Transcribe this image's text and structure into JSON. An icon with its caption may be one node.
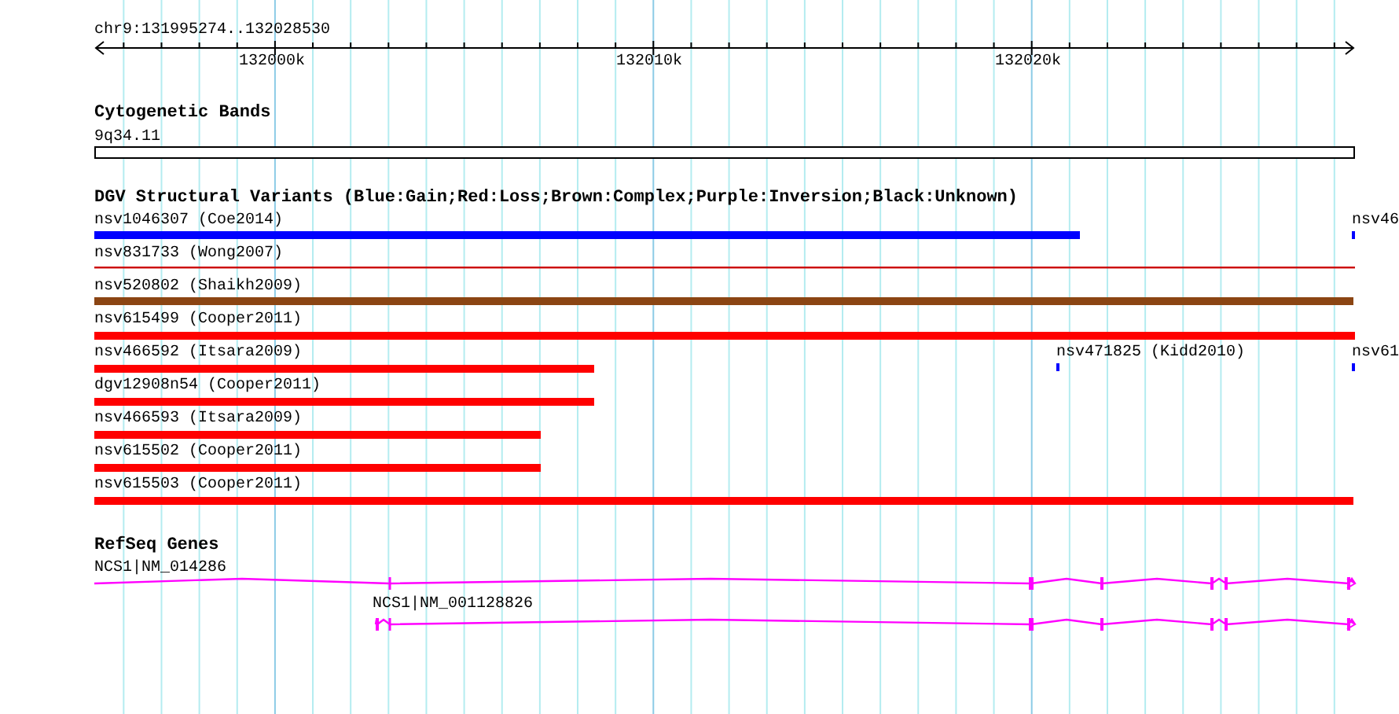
{
  "diagram": {
    "labels": [
      "chr9:131995274..132028530",
      "132000k",
      "132010k",
      "132020k",
      "Cytogenetic Bands",
      "9q34.11",
      "DGV Structural Variants (Blue:Gain;Red:Loss;Brown:Complex;Purple:Inversion;Black:Unknown)",
      "nsv1046307 (Coe2014)",
      "nsv46",
      "nsv831733 (Wong2007)",
      "nsv520802 (Shaikh2009)",
      "nsv615499 (Cooper2011)",
      "nsv466592 (Itsara2009)",
      "nsv471825 (Kidd2010)",
      "nsv61",
      "dgv12908n54 (Cooper2011)",
      "nsv466593 (Itsara2009)",
      "nsv615502 (Cooper2011)",
      "nsv615503 (Cooper2011)",
      "RefSeq Genes",
      "NCS1|NM_014286",
      "NCS1|NM_001128826"
    ]
  }
}
